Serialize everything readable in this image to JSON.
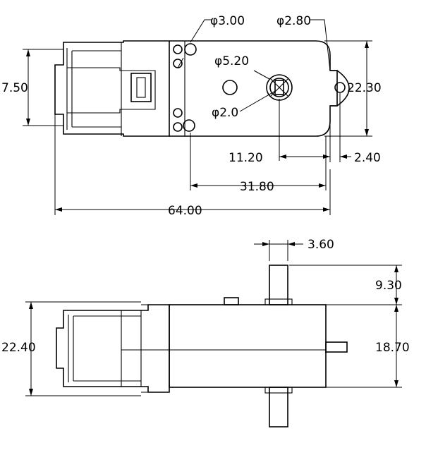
{
  "top_view": {
    "hole_small_diameter": "φ3.00",
    "mount_hole_diameter": "φ2.80",
    "shaft_outer_diameter": "φ5.20",
    "shaft_inner_diameter": "φ2.0",
    "motor_height": "7.50",
    "gearbox_height": "22.30",
    "shaft_to_edge": "11.20",
    "tab_offset": "2.40",
    "holes_to_edge": "31.80",
    "overall_length": "64.00"
  },
  "side_view": {
    "shaft_width": "3.60",
    "shaft_extension": "9.30",
    "body_height": "18.70",
    "overall_height": "22.40"
  }
}
